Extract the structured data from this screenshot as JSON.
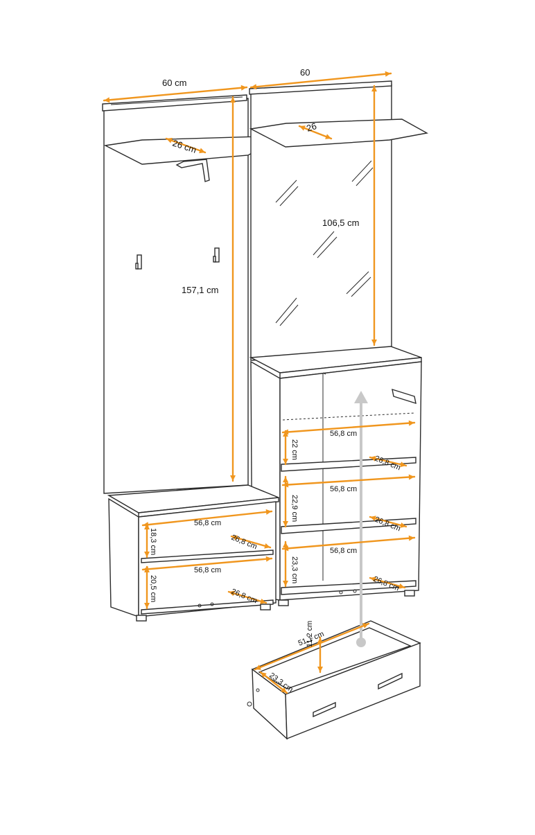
{
  "colors": {
    "dimension": "#f0961e",
    "arrow": "#c8c8c8",
    "outline": "#2b2b2b"
  },
  "labels": {
    "width_left": "60 cm",
    "width_right": "60",
    "shelf_depth_left": "26 cm",
    "shelf_depth_right": "26",
    "height_left_panel": "157,1 cm",
    "height_mirror": "106,5 cm",
    "right_cab_width_1": "56,8 cm",
    "right_cab_height_1": "22 cm",
    "right_cab_depth_1": "26,8 cm",
    "right_cab_width_2": "56,8 cm",
    "right_cab_height_2": "22,9 cm",
    "right_cab_depth_2": "26,8 cm",
    "right_cab_width_3": "56,8 cm",
    "right_cab_height_3": "23,3 cm",
    "right_cab_depth_3": "26,8 cm",
    "left_cab_width_1": "56,8 cm",
    "left_cab_height_1": "18,3 cm",
    "left_cab_depth_1": "26,8 cm",
    "left_cab_width_2": "56,8 cm",
    "left_cab_height_2": "20,5 cm",
    "left_cab_depth_2": "26,8 cm",
    "drawer_width": "51,1 cm",
    "drawer_height": "11,2 cm",
    "drawer_depth": "23,3 cm"
  }
}
